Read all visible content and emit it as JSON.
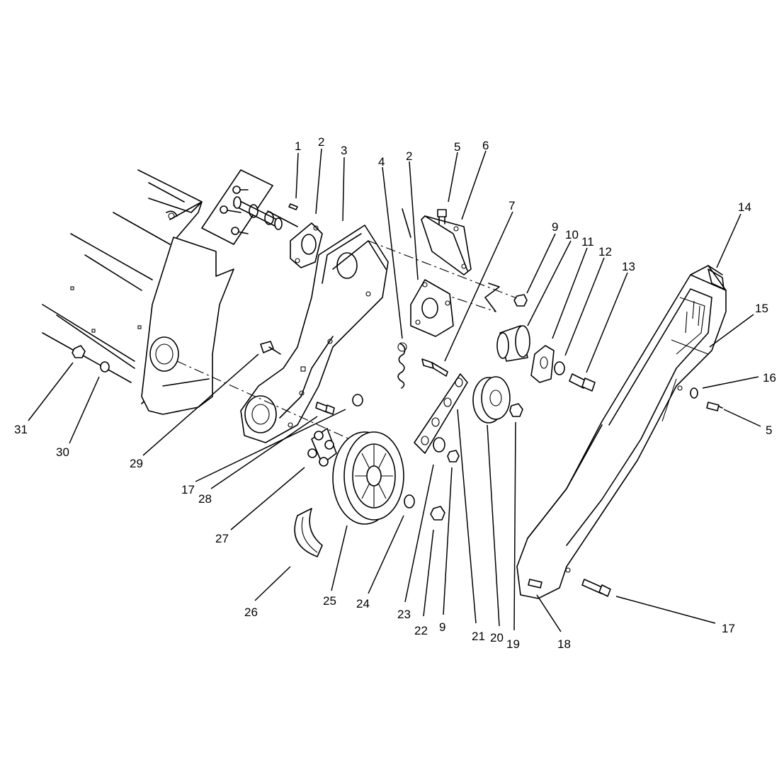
{
  "callouts": [
    {
      "id": "c1",
      "text": "1"
    },
    {
      "id": "c2a",
      "text": "2"
    },
    {
      "id": "c3",
      "text": "3"
    },
    {
      "id": "c4",
      "text": "4"
    },
    {
      "id": "c2b",
      "text": "2"
    },
    {
      "id": "c5a",
      "text": "5"
    },
    {
      "id": "c6",
      "text": "6"
    },
    {
      "id": "c7",
      "text": "7"
    },
    {
      "id": "c9a",
      "text": "9"
    },
    {
      "id": "c10",
      "text": "10"
    },
    {
      "id": "c11",
      "text": "11"
    },
    {
      "id": "c12",
      "text": "12"
    },
    {
      "id": "c13",
      "text": "13"
    },
    {
      "id": "c14",
      "text": "14"
    },
    {
      "id": "c15",
      "text": "15"
    },
    {
      "id": "c16",
      "text": "16"
    },
    {
      "id": "c5b",
      "text": "5"
    },
    {
      "id": "c31",
      "text": "31"
    },
    {
      "id": "c30",
      "text": "30"
    },
    {
      "id": "c29",
      "text": "29"
    },
    {
      "id": "c17a",
      "text": "17"
    },
    {
      "id": "c28",
      "text": "28"
    },
    {
      "id": "c27",
      "text": "27"
    },
    {
      "id": "c26",
      "text": "26"
    },
    {
      "id": "c25",
      "text": "25"
    },
    {
      "id": "c24",
      "text": "24"
    },
    {
      "id": "c23",
      "text": "23"
    },
    {
      "id": "c22",
      "text": "22"
    },
    {
      "id": "c9b",
      "text": "9"
    },
    {
      "id": "c21",
      "text": "21"
    },
    {
      "id": "c20",
      "text": "20"
    },
    {
      "id": "c19",
      "text": "19"
    },
    {
      "id": "c18",
      "text": "18"
    },
    {
      "id": "c17b",
      "text": "17"
    }
  ]
}
